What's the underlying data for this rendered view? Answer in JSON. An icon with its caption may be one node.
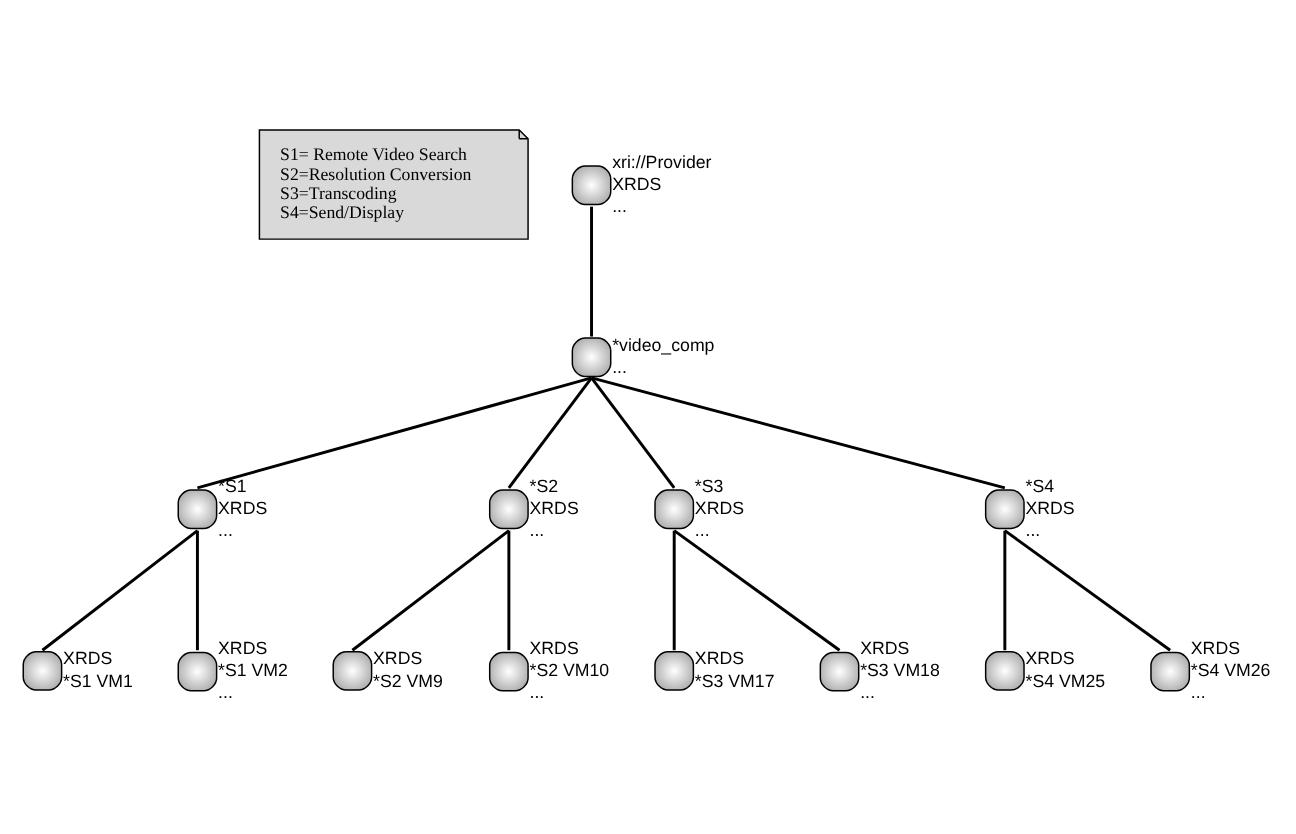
{
  "diagram": {
    "nodes": [
      {
        "text": [
          "S1= Remote Video Search",
          "S2=Resolution Conversion",
          "S3=Transcoding",
          "S4=Send/Display"
        ]
      },
      {
        "text": [],
        "shape": "circle",
        "beside": [
          "xri://Provider",
          "XRDS",
          "..."
        ]
      },
      {
        "text": [],
        "shape": "circle",
        "beside": [
          "*video_comp",
          "..."
        ]
      },
      {
        "text": [],
        "shape": "circle",
        "beside": [
          "*S1",
          "XRDS",
          "..."
        ]
      },
      {
        "text": [],
        "shape": "circle",
        "beside": [
          "*S2",
          "XRDS",
          "..."
        ]
      },
      {
        "text": [],
        "shape": "circle",
        "beside": [
          "*S3",
          "XRDS",
          "..."
        ]
      },
      {
        "text": [],
        "shape": "circle",
        "beside": [
          "*S4",
          "XRDS",
          "..."
        ]
      },
      {
        "text": [],
        "shape": "circle",
        "beside": [
          "XRDS",
          "*S1 VM1"
        ]
      },
      {
        "text": [],
        "shape": "circle",
        "beside": [
          "XRDS",
          "*S1 VM2",
          "..."
        ]
      },
      {
        "text": [],
        "shape": "circle",
        "beside": [
          "XRDS",
          "*S2 VM9"
        ]
      },
      {
        "text": [],
        "shape": "circle",
        "beside": [
          "XRDS",
          "*S2 VM10",
          "..."
        ]
      },
      {
        "text": [],
        "shape": "circle",
        "beside": [
          "XRDS",
          "*S3 VM17"
        ]
      },
      {
        "text": [],
        "shape": "circle",
        "beside": [
          "XRDS",
          "*S3 VM18",
          "..."
        ]
      },
      {
        "text": [],
        "shape": "circle",
        "beside": [
          "XRDS",
          "*S4 VM25"
        ]
      },
      {
        "text": [],
        "shape": "circle",
        "beside": [
          "XRDS",
          "*S4 VM26",
          "..."
        ]
      }
    ],
    "edges": [
      {
        "from": 1,
        "to": 2,
        "arrow": "none"
      },
      {
        "from": 2,
        "to": 3,
        "arrow": "none"
      },
      {
        "from": 2,
        "to": 4,
        "arrow": "none"
      },
      {
        "from": 2,
        "to": 5,
        "arrow": "none"
      },
      {
        "from": 2,
        "to": 6,
        "arrow": "none"
      },
      {
        "from": 3,
        "to": 7,
        "arrow": "none"
      },
      {
        "from": 3,
        "to": 8,
        "arrow": "none"
      },
      {
        "from": 4,
        "to": 9,
        "arrow": "none"
      },
      {
        "from": 4,
        "to": 10,
        "arrow": "none"
      },
      {
        "from": 5,
        "to": 11,
        "arrow": "none"
      },
      {
        "from": 5,
        "to": 12,
        "arrow": "none"
      },
      {
        "from": 6,
        "to": 13,
        "arrow": "none"
      },
      {
        "from": 6,
        "to": 14,
        "arrow": "none"
      }
    ]
  }
}
